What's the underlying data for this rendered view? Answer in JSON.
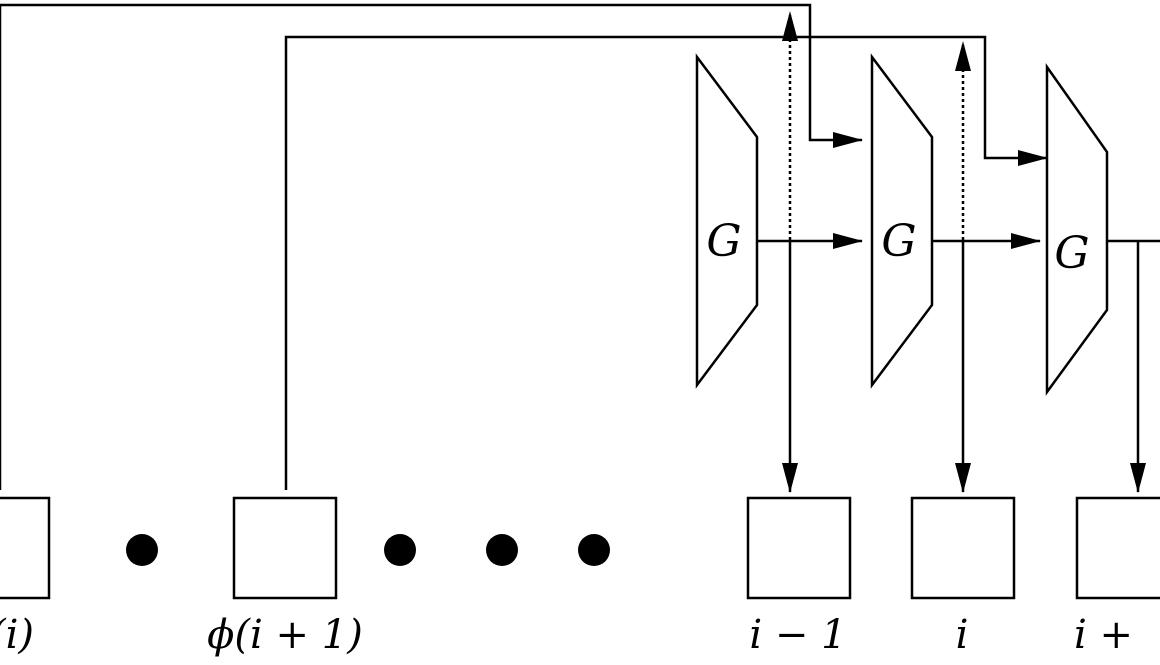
{
  "gates": [
    {
      "label": "G"
    },
    {
      "label": "G"
    },
    {
      "label": "G"
    }
  ],
  "nodes": [
    {
      "label": "(i)"
    },
    {
      "label": ""
    },
    {
      "label": "ϕ(i + 1)"
    },
    {
      "label": "i − 1"
    },
    {
      "label": "i"
    },
    {
      "label": "i +"
    }
  ],
  "ellipsis_dots": 4,
  "colors": {
    "stroke": "#000000",
    "background": "#ffffff"
  }
}
